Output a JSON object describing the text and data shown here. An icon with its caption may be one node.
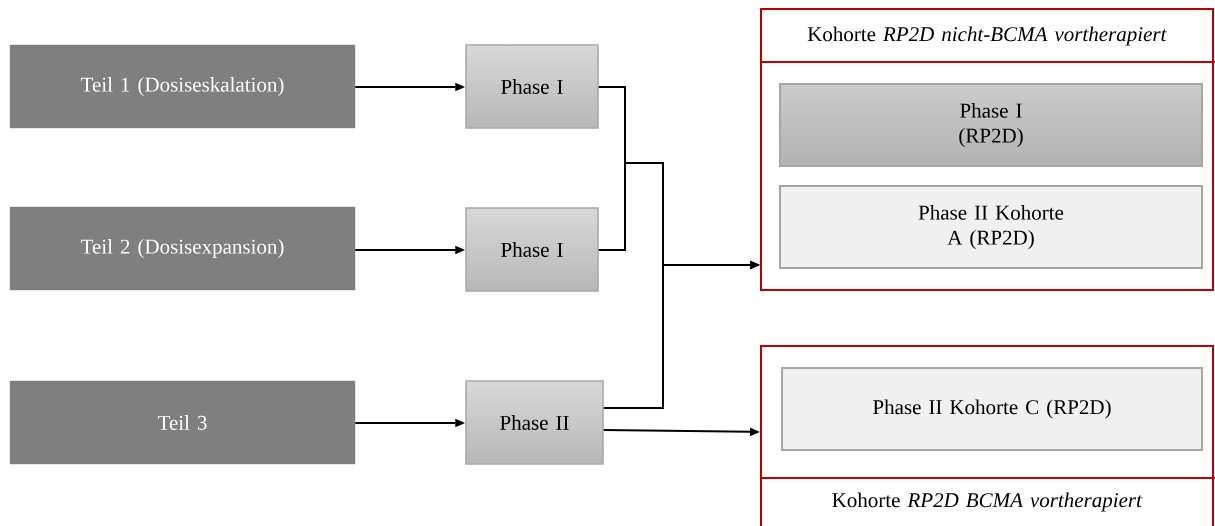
{
  "diagram": {
    "nodes": [
      {
        "text": [
          "Teil 1 (Dosiseskalation)"
        ]
      },
      {
        "text": [
          "Teil 2 (Dosisexpansion)"
        ]
      },
      {
        "text": [
          "Teil 3"
        ]
      },
      {
        "text": [
          "Phase I"
        ]
      },
      {
        "text": [
          "Phase I"
        ]
      },
      {
        "text": [
          "Phase II"
        ]
      },
      {
        "text": [
          "Kohorte *RP2D nicht-BCMA vortherapiert*"
        ]
      },
      {
        "text": [
          "Phase I (RP2D)"
        ],
        "in": 6
      },
      {
        "text": [
          "Phase II Kohorte A (RP2D)"
        ],
        "in": 6
      },
      {
        "text": [
          "Kohorte *RP2D BCMA vortherapiert*"
        ]
      },
      {
        "text": [
          "Phase II Kohorte C (RP2D)"
        ],
        "in": 9
      }
    ],
    "edges": [
      {
        "from": 0,
        "to": 3,
        "arrow": "to"
      },
      {
        "from": 1,
        "to": 4,
        "arrow": "to"
      },
      {
        "from": 2,
        "to": 5,
        "arrow": "to"
      },
      {
        "from": 3,
        "to": 6,
        "arrow": "to"
      },
      {
        "from": 4,
        "to": 6,
        "arrow": "to"
      },
      {
        "from": 5,
        "to": 6,
        "arrow": "to"
      },
      {
        "from": 5,
        "to": 9,
        "arrow": "to"
      }
    ]
  }
}
